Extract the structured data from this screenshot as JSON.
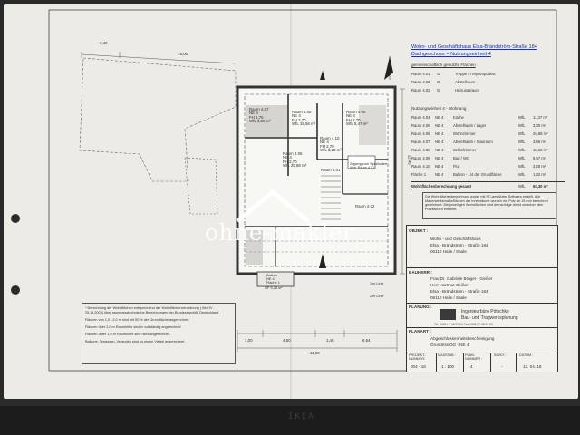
{
  "header": {
    "title_line1": "Wohn- und Geschäftshaus Elsa-Brändström-Straße 184",
    "title_line2": "Dachgeschoss = Nutzungseinheit 4"
  },
  "common_section": {
    "heading": "gemeinschaftlich genutzte Flächen",
    "rows": [
      {
        "num": "Raum 4.01",
        "code": "G",
        "name": "Treppe / Treppenpodest"
      },
      {
        "num": "Raum 4.02",
        "code": "G",
        "name": "Abstellraum"
      },
      {
        "num": "Raum 4.03",
        "code": "G",
        "name": "Heizungsraum"
      }
    ]
  },
  "unit_section": {
    "heading": "Nutzungseinheit 4 - Wohnung",
    "rows": [
      {
        "num": "Raum 4.04",
        "code": "NE 4",
        "name": "Küche",
        "wfl": "WfL",
        "area": "11,37 m²"
      },
      {
        "num": "Raum 4.05",
        "code": "NE 4",
        "name": "Abstellraum / Lager",
        "wfl": "WfL",
        "area": "3,00 m²"
      },
      {
        "num": "Raum 4.06",
        "code": "NE 4",
        "name": "Wohnzimmer",
        "wfl": "WfL",
        "area": "25,88 m²"
      },
      {
        "num": "Raum 4.07",
        "code": "NE 4",
        "name": "Abstellraum / Stauraum",
        "wfl": "WfL",
        "area": "3,86 m²"
      },
      {
        "num": "Raum 4.08",
        "code": "NE 4",
        "name": "Schlafzimmer",
        "wfl": "WfL",
        "area": "15,58 m²"
      },
      {
        "num": "Raum 4.09",
        "code": "NE 4",
        "name": "Bad / WC",
        "wfl": "WfL",
        "area": "5,47 m²"
      },
      {
        "num": "Raum 4.10",
        "code": "NE 4",
        "name": "Flur",
        "wfl": "WfL",
        "area": "3,28 m²"
      },
      {
        "num": "Fläche 1",
        "code": "NE 4",
        "name": "Balkon - 1/4 der Grundfläche",
        "wfl": "WfL",
        "area": "1,32 m²"
      }
    ],
    "total_label": "Wohnflächenberechnung gesamt",
    "total_wfl": "WfL",
    "total_area": "68,30 m²"
  },
  "note_right": "Die Wohnflächenberechnung wurde mit PC-gestützter Software erstellt. Alle Mauerwerksmaße/flächen der Innenräume wurden mit Putz de 15 mm berechnet gezeichnet. Die jeweiligen Wohnflächen sind demzufolge direkt zwischen den Putzflächen ermittelt.",
  "note_left": {
    "intro": "* Berechnung der Wohnflächen entsprechend der Wohnflächenverordnung ( WoFIV - 25.11.2003) über raummesstechnische Berechnungen der Bundesrepublik Deutschland.",
    "lines": [
      "Flächen von 1,0 - 2,0 m sind mit 50 % der Grundfläche angerechnet.",
      "Flächen über 2,0 m Raumhöhe sind in vollständig angerechnet.",
      "Flächen unter 1,0 m Raumhöhe sind nicht angerechnet.",
      "Balkone, Terrassen, Veranden sind zu einem Viertel angerechnet."
    ]
  },
  "title_block": {
    "objekt_label": "OBJEKT :",
    "objekt_lines": [
      "Wohn - und Geschäftshaus",
      "Elsa - Brändström - Straße 184",
      "06110 Halle / Saale"
    ],
    "bauherr_label": "BAUHERR :",
    "bauherr_lines": [
      "Frau Dr. Gabriele Bröger - Geißer",
      "Herr Hartmut Geißer",
      "Elsa - Brändström - Straße 184",
      "06110 Halle / Saale"
    ],
    "planung_label": "PLANUNG :",
    "planung_lines": [
      "Ingenieurbüro Pötschke",
      "Bau- und Tragwerksplanung"
    ],
    "planung_small": "Tel. 0345 / 7 48 97 60   Fax 0345 / 7 48 97 63",
    "planart_label": "PLANART :",
    "planart_lines": [
      "Abgeschlossenheitsbescheinigung",
      "Grundriss DG - NE 4"
    ],
    "bottom_headers": [
      "PROJEKT-NUMMER:",
      "MAßSTAB :",
      "PLAN-NUMMER :",
      "INDEX :",
      "DATUM :"
    ],
    "bottom_values": [
      "004 - 18",
      "1 : 100",
      "4",
      "-",
      "13. 04. 18"
    ]
  },
  "plan": {
    "rooms": [
      {
        "label": "Raum 4.07",
        "lines": [
          "NE 4",
          "FH 1,75",
          "WfL 3,86 m²"
        ]
      },
      {
        "label": "Raum 4.08",
        "lines": [
          "NE 4",
          "FH 2,70",
          "WfL 15,58 m²"
        ]
      },
      {
        "label": "Raum 4.09",
        "lines": [
          "NE 4",
          "FH 2,70",
          "WfL 5,47 m²"
        ]
      },
      {
        "label": "Raum 4.06",
        "lines": [
          "NE 4",
          "FH 2,70",
          "WfL 25,88 m²"
        ]
      },
      {
        "label": "Raum 4.10",
        "lines": [
          "NE 4",
          "FH 2,70",
          "WfL 3,28 m²"
        ]
      },
      {
        "label": "Raum 4.01",
        "lines": []
      },
      {
        "label": "Zugang zum Spitzboden",
        "lines": [
          "über Raum 4.01"
        ]
      },
      {
        "label": "Raum 4.02",
        "lines": []
      },
      {
        "label": "Balkon",
        "lines": [
          "NE 4",
          "Fläche 1"
        ]
      }
    ],
    "balcony_gf": "GF 5,28 m²",
    "line_label_1": "1 m Linie",
    "line_label_2": "2 m Linie",
    "dim_left_top_1": "2,40",
    "dim_left_top_2": "18,06",
    "dim_right": "12,45",
    "dim_bottom": [
      "1,00",
      "4,50",
      "1,46",
      "6,64"
    ],
    "dim_total": "11,90"
  },
  "watermark": "ohne-makler",
  "floor_logo": "IKEA"
}
